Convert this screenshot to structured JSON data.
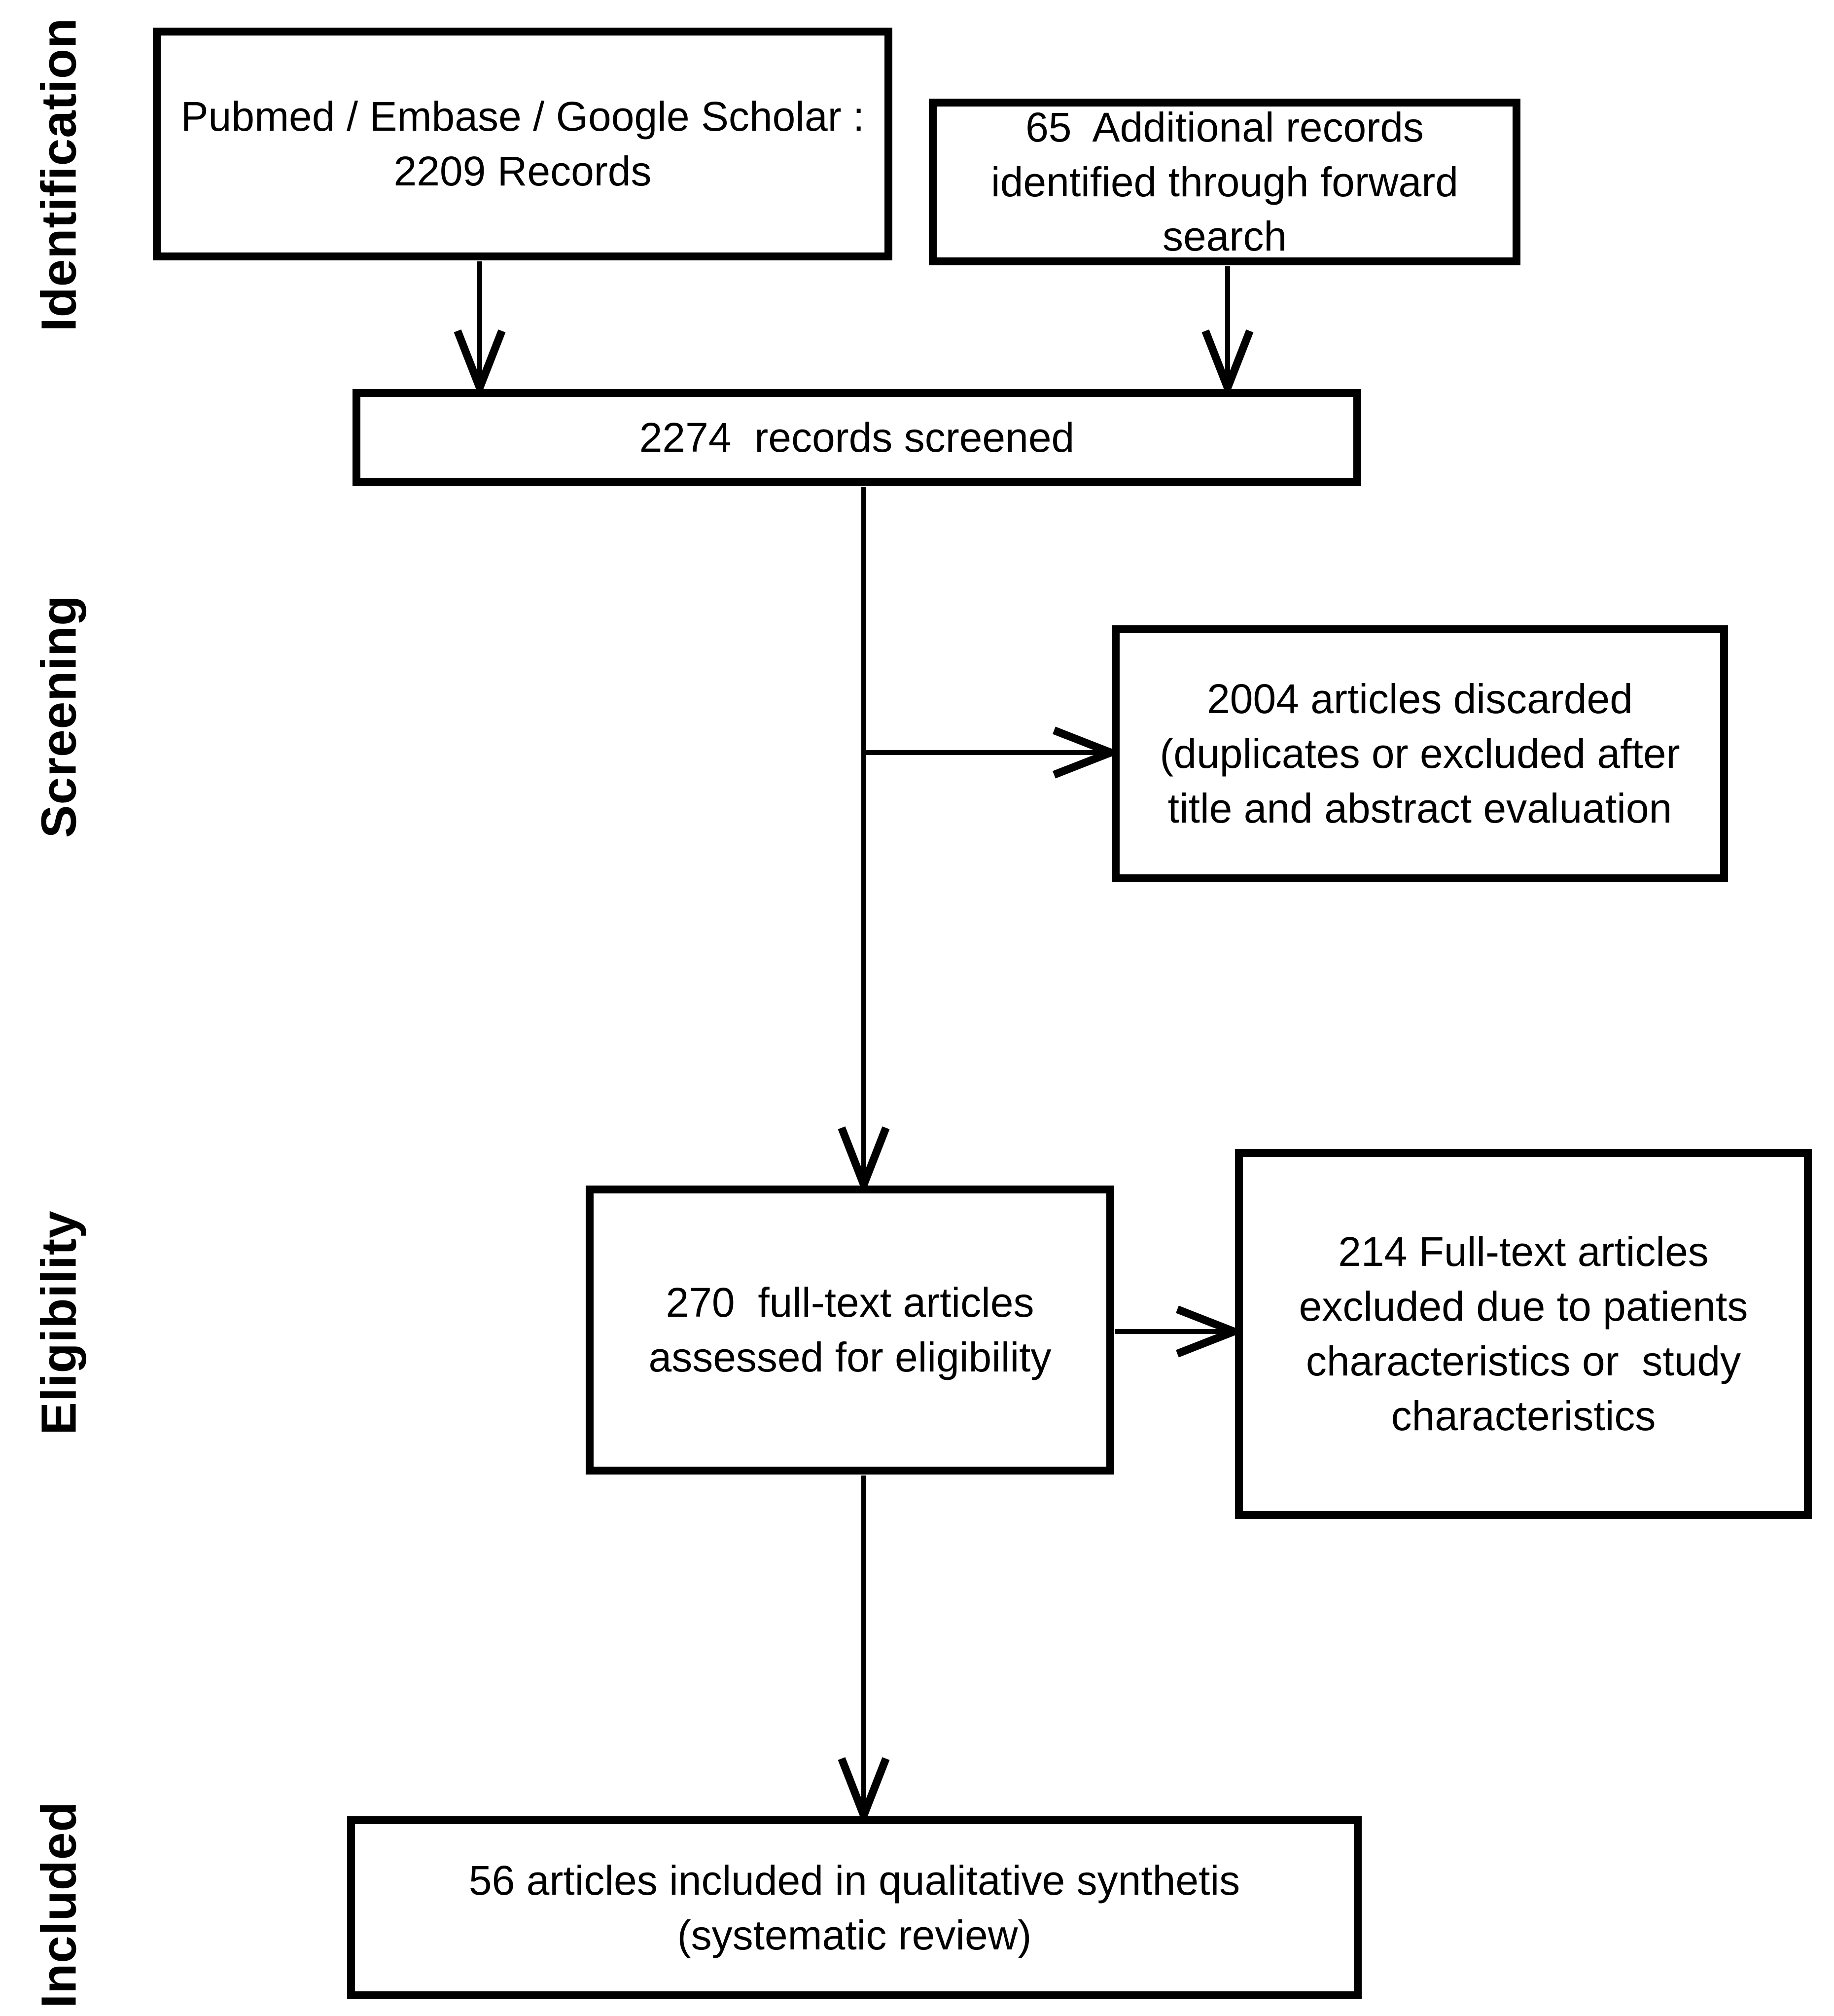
{
  "stage_labels": {
    "identification": "Identification",
    "screening": "Screening",
    "eligibility": "Eligibility",
    "included": "Included"
  },
  "boxes": {
    "records": {
      "lines": [
        "Pubmed / Embase / Google Scholar :",
        "2209 Records"
      ]
    },
    "additional": {
      "lines": [
        "65  Additional records",
        "identified through forward",
        "search"
      ]
    },
    "screened": {
      "lines": [
        "2274  records screened"
      ]
    },
    "discarded": {
      "lines": [
        "2004 articles discarded",
        "(duplicates or excluded after",
        "title and abstract evaluation"
      ]
    },
    "fulltext": {
      "lines": [
        "270  full-text articles",
        "assessed for eligibility"
      ]
    },
    "excluded": {
      "lines": [
        "214 Full-text articles",
        "excluded due to patients",
        "characteristics or  study",
        "characteristics"
      ]
    },
    "included": {
      "lines": [
        "56 articles included in qualitative synthetis",
        "(systematic review)"
      ]
    }
  },
  "colors": {
    "line": "#000000",
    "background": "#ffffff"
  }
}
